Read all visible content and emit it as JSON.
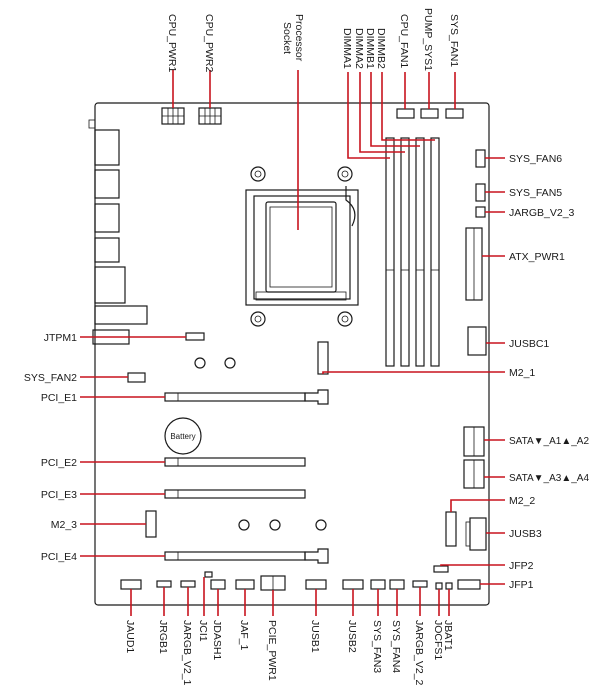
{
  "colors": {
    "leader": "#c8141e",
    "outline": "#1a1a1a",
    "background": "#ffffff"
  },
  "labels": {
    "cpu_pwr1": "CPU_PWR1",
    "cpu_pwr2": "CPU_PWR2",
    "processor_socket_line1": "Processor",
    "processor_socket_line2": "Socket",
    "dimma1": "DIMMA1",
    "dimma2": "DIMMA2",
    "dimmb1": "DIMMB1",
    "dimmb2": "DIMMB2",
    "cpu_fan1": "CPU_FAN1",
    "pump_sys1": "PUMP_SYS1",
    "sys_fan1": "SYS_FAN1",
    "sys_fan6": "SYS_FAN6",
    "sys_fan5": "SYS_FAN5",
    "jargb_v2_3": "JARGB_V2_3",
    "atx_pwr1": "ATX_PWR1",
    "jusbc1": "JUSBC1",
    "m2_1": "M2_1",
    "jtpm1": "JTPM1",
    "sys_fan2": "SYS_FAN2",
    "pci_e1": "PCI_E1",
    "battery": "Battery",
    "pci_e2": "PCI_E2",
    "sata_a1_a2": "SATA▼_A1▲_A2",
    "pci_e3": "PCI_E3",
    "sata_a3_a4": "SATA▼_A3▲_A4",
    "m2_2": "M2_2",
    "m2_3": "M2_3",
    "jusb3": "JUSB3",
    "pci_e4": "PCI_E4",
    "jfp2": "JFP2",
    "jfp1": "JFP1",
    "jaud1": "JAUD1",
    "jrgb1": "JRGB1",
    "jargb_v2_1": "JARGB_V2_1",
    "jci1": "JCI1",
    "jdash1": "JDASH1",
    "jaf_1": "JAF_1",
    "pcie_pwr1": "PCIE_PWR1",
    "jusb1": "JUSB1",
    "jusb2": "JUSB2",
    "sys_fan3": "SYS_FAN3",
    "sys_fan4": "SYS_FAN4",
    "jargb_v2_2": "JARGB_V2_2",
    "jocfs1": "JOCFS1",
    "jbat1": "JBAT1"
  }
}
